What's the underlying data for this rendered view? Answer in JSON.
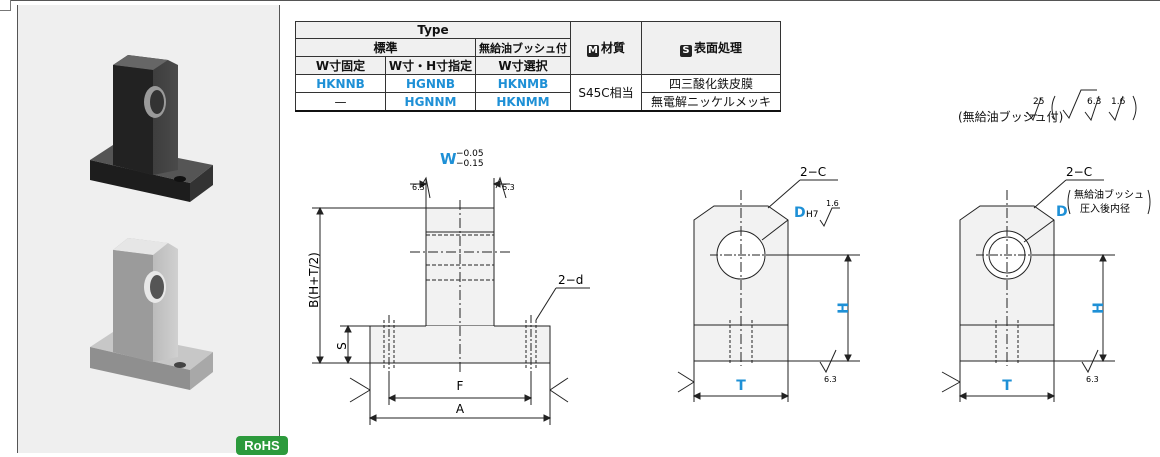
{
  "table": {
    "type_header": "Type",
    "std_header": "標準",
    "bush_header": "無給油ブッシュ付",
    "material_marker": "M",
    "material_header": "材質",
    "surface_marker": "S",
    "surface_header": "表面処理",
    "col1": "W寸固定",
    "col2": "W寸・H寸指定",
    "col3": "W寸選択",
    "row1": [
      "HKNNB",
      "HGNNB",
      "HKNMB"
    ],
    "row2": [
      "—",
      "HGNNM",
      "HKNMM"
    ],
    "material": "S45C相当",
    "surface1": "四三酸化鉄皮膜",
    "surface2": "無電解ニッケルメッキ"
  },
  "rohs": "RoHS",
  "roughness_main": "25",
  "roughness_a": "6.3",
  "roughness_b": "1.6",
  "bush_note": "(無給油ブッシュ付)",
  "drawing1": {
    "w_label": "W",
    "w_upper": "−0.05",
    "w_lower": "−0.15",
    "r_left": "6.3",
    "r_right": "6.3",
    "b_label": "B(H+T/2)",
    "s_label": "S",
    "d_label": "2−d",
    "f_label": "F",
    "a_label": "A"
  },
  "drawing2": {
    "c_label": "2−C",
    "d_label": "D",
    "d_tol": "H7",
    "d_rough": "1.6",
    "h_label": "H",
    "t_label": "T",
    "rough": "6.3"
  },
  "drawing3": {
    "c_label": "2−C",
    "d_label": "D",
    "note1": "無給油ブッシュ",
    "note2": "圧入後内径",
    "h_label": "H",
    "t_label": "T",
    "rough": "6.3"
  }
}
